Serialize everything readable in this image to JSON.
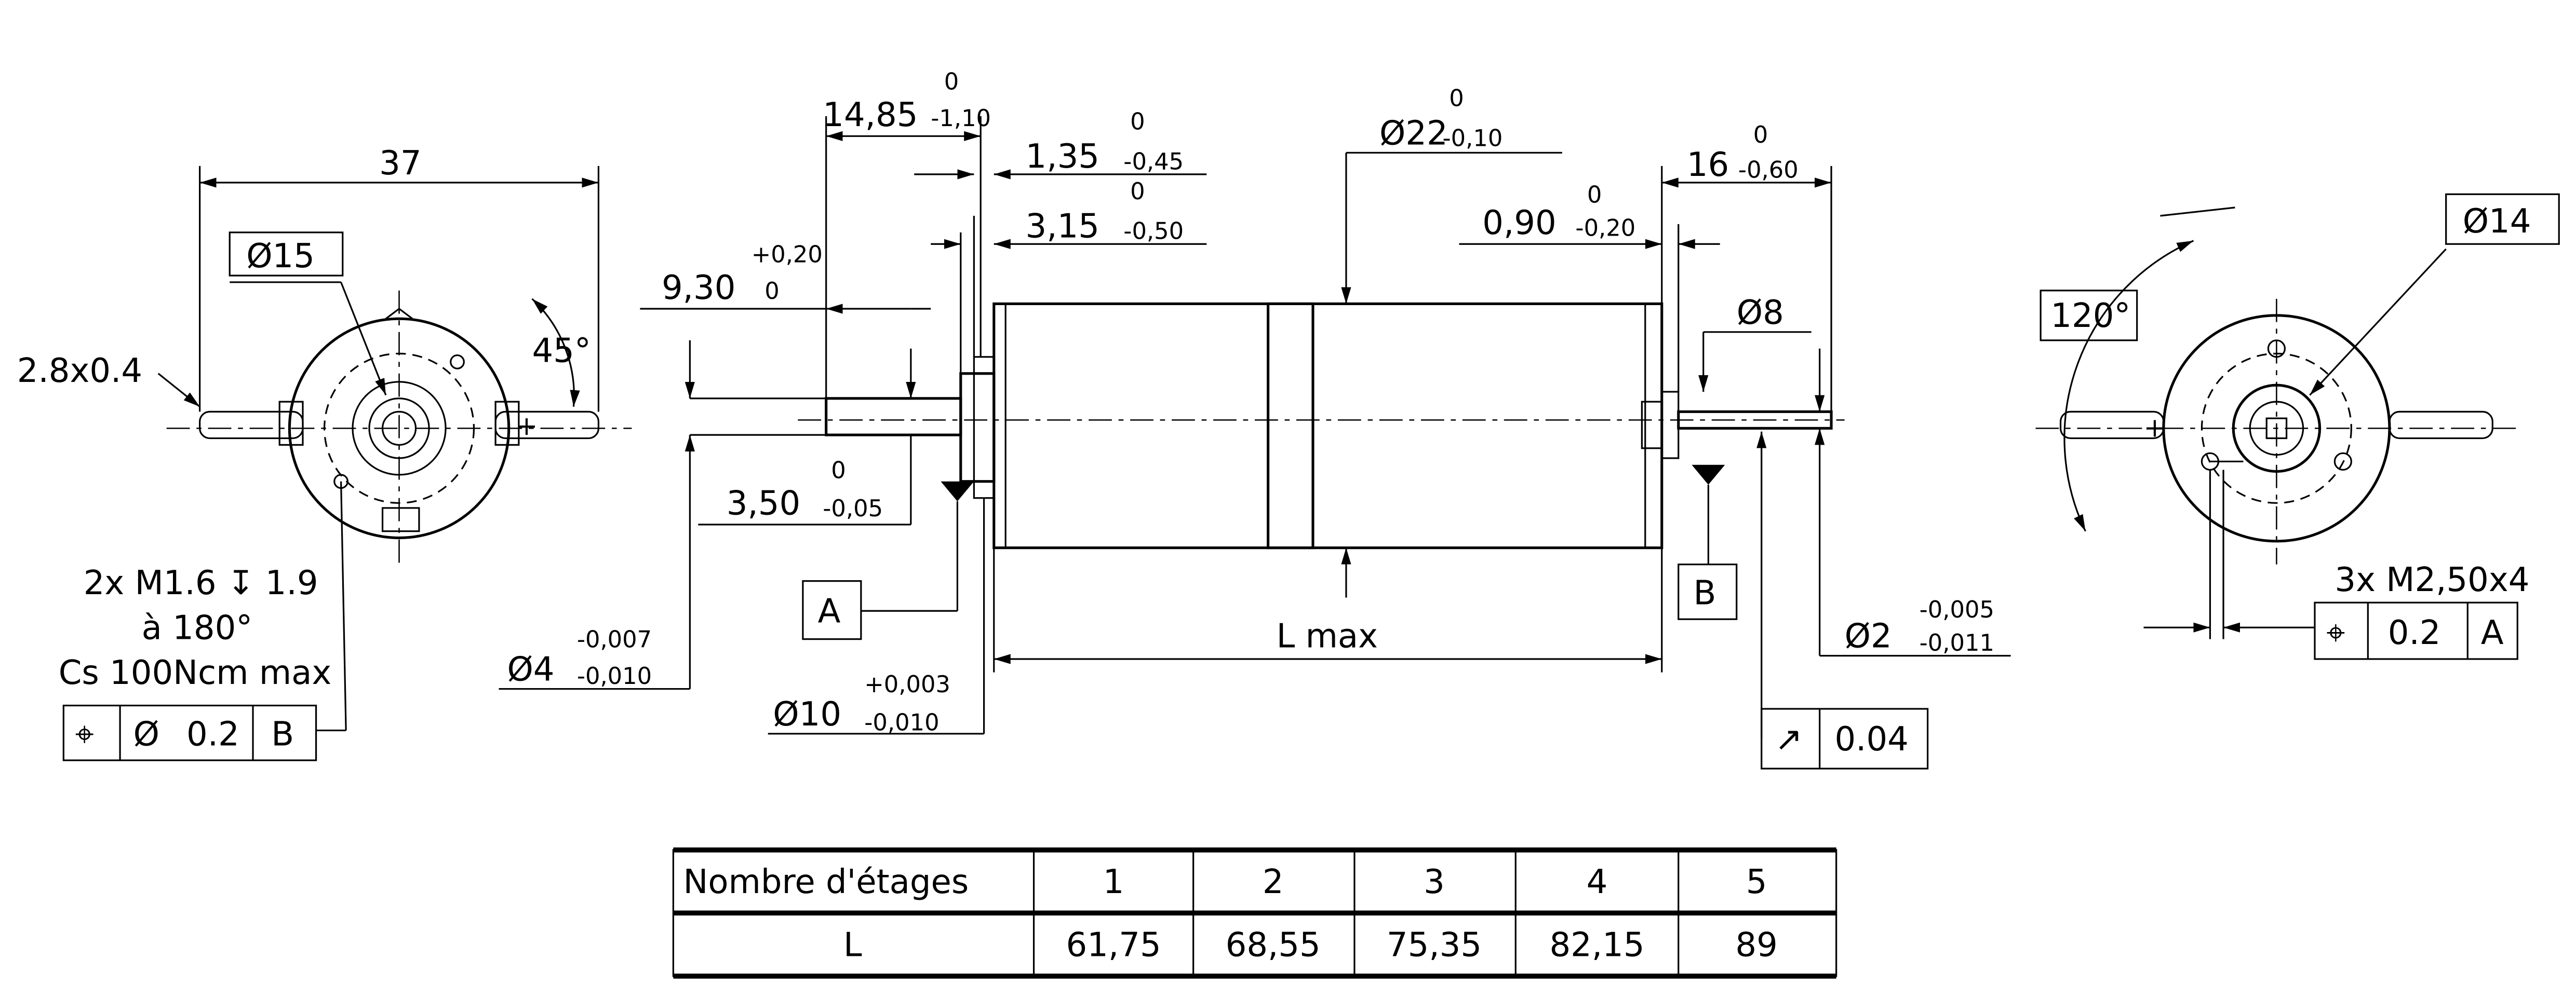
{
  "left_view": {
    "width_dim": "37",
    "diameter_box": "Ø15",
    "slot_dim": "2.8x0.4",
    "angle": "45°",
    "thread_note_line1": "2x M1.6 ↧ 1.9",
    "thread_note_line2": "à 180°",
    "thread_note_line3": "Cs 100Ncm max",
    "fcf": {
      "symbol": "⌖",
      "modifier": "Ø",
      "tolerance": "0.2",
      "datum": "B"
    }
  },
  "side_view": {
    "d14_85": {
      "nominal": "14,85",
      "upper": "0",
      "lower": "-1,10"
    },
    "d1_35": {
      "nominal": "1,35",
      "upper": "0",
      "lower": "-0,45"
    },
    "d3_15": {
      "nominal": "3,15",
      "upper": "0",
      "lower": "-0,50"
    },
    "d9_30": {
      "nominal": "9,30",
      "upper": "+0,20",
      "lower": "0"
    },
    "d22": {
      "nominal": "Ø22",
      "upper": "0",
      "lower": "-0,10"
    },
    "d16": {
      "nominal": "16",
      "upper": "0",
      "lower": "-0,60"
    },
    "d0_90": {
      "nominal": "0,90",
      "upper": "0",
      "lower": "-0,20"
    },
    "d8": "Ø8",
    "d3_50": {
      "nominal": "3,50",
      "upper": "0",
      "lower": "-0,05"
    },
    "d4": {
      "nominal": "Ø4",
      "upper": "-0,007",
      "lower": "-0,010"
    },
    "d10": {
      "nominal": "Ø10",
      "upper": "+0,003",
      "lower": "-0,010"
    },
    "d2": {
      "nominal": "Ø2",
      "upper": "-0,005",
      "lower": "-0,011"
    },
    "length": "L max",
    "datum_a": "A",
    "datum_b": "B",
    "runout": {
      "symbol": "↗",
      "tolerance": "0.04"
    }
  },
  "right_view": {
    "angle_box": "120°",
    "diameter_box": "Ø14",
    "thread_note": "3x M2,50x4",
    "fcf": {
      "symbol": "⌖",
      "tolerance": "0.2",
      "datum": "A"
    }
  },
  "table": {
    "header_label": "Nombre d'étages",
    "stages": [
      "1",
      "2",
      "3",
      "4",
      "5"
    ],
    "row_label": "L",
    "lengths": [
      "61,75",
      "68,55",
      "75,35",
      "82,15",
      "89"
    ]
  }
}
